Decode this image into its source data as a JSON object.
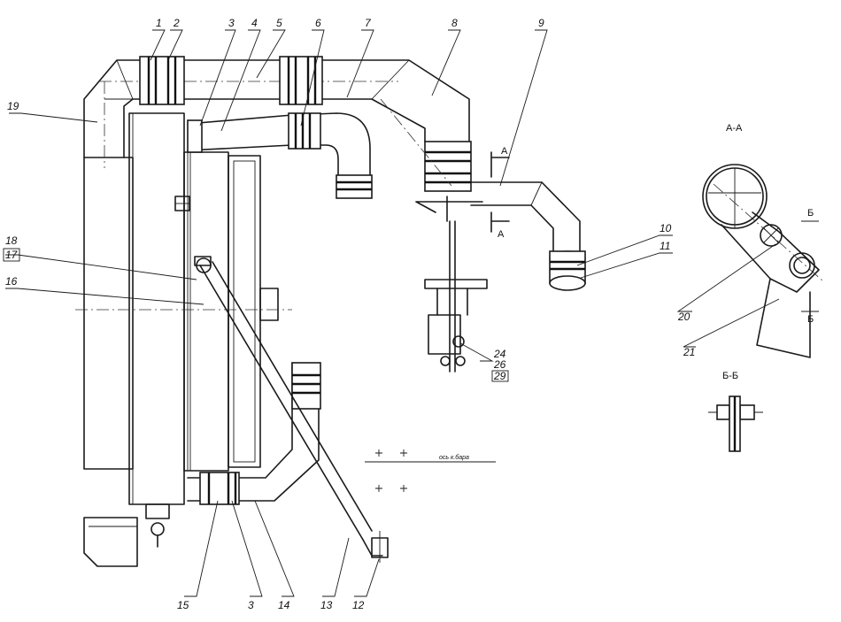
{
  "labels": {
    "l1": "1",
    "l2": "2",
    "l3a": "3",
    "l4": "4",
    "l5": "5",
    "l6": "6",
    "l7": "7",
    "l8": "8",
    "l9": "9",
    "l10": "10",
    "l11": "11",
    "l12": "12",
    "l13": "13",
    "l14": "14",
    "l15": "15",
    "l3b": "3",
    "l16": "16",
    "l17": "17",
    "l18": "18",
    "l19": "19",
    "l20": "20",
    "l21": "21",
    "l24": "24",
    "l26": "26",
    "l29": "29"
  },
  "sections": {
    "aa_title": "А-А",
    "aa_mark_top": "А",
    "aa_mark_bottom": "А",
    "bb_title": "Б-Б",
    "bb_mark_top": "Б",
    "bb_mark_bottom": "Б"
  },
  "note": "ось к.бара"
}
